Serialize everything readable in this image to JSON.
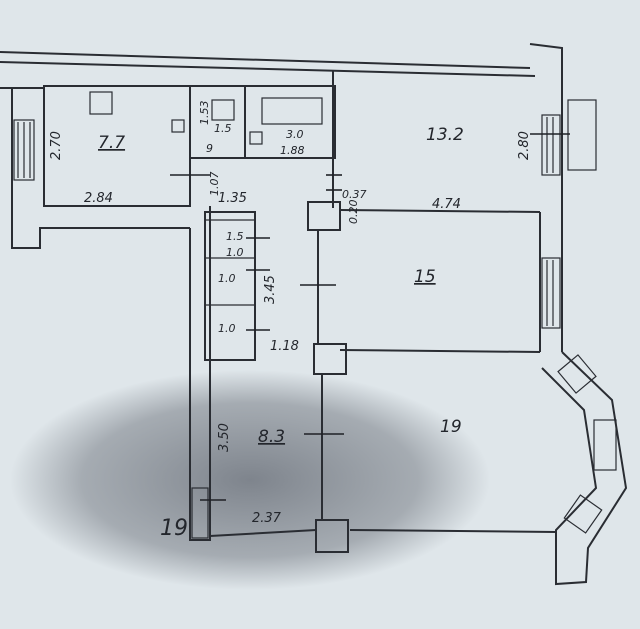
{
  "rooms": {
    "kitchen_area": "7.7",
    "wc_area": "1.5",
    "bath_area": "3.0",
    "room_ne_area": "13.2",
    "room_mid_area": "15",
    "room_se_area": "19",
    "hall_area": "8.3",
    "closet1_area": "1.5",
    "closet2_area": "1.0",
    "closet3_area": "1.0",
    "closet4_area": "1.0",
    "wc_label": "9",
    "entrance": "19"
  },
  "dimensions": {
    "kitchen_h": "2.70",
    "kitchen_w": "2.84",
    "corr_w": "1.35",
    "wc_h": "1.53",
    "bath_w": "1.88",
    "small_v": "1.07",
    "ne_h": "2.80",
    "ne_wall": "0.37",
    "ne_wall2": "0.20",
    "mid_w": "4.74",
    "closet_h": "3.45",
    "hall_w": "1.18",
    "hall_h": "3.50",
    "bottom_w": "2.37"
  },
  "colors": {
    "ink": "#2a2d33",
    "paper": "#dfe6ea",
    "shadow": "#3a3f4a"
  }
}
